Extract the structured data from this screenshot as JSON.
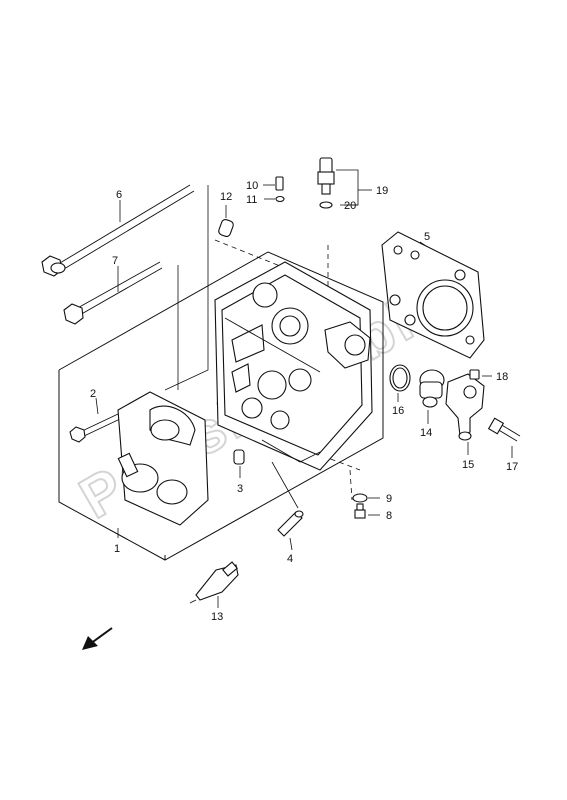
{
  "watermark": "PartsRepublik",
  "callouts": {
    "c1": "1",
    "c2": "2",
    "c3": "3",
    "c4": "4",
    "c5": "5",
    "c6": "6",
    "c7": "7",
    "c8": "8",
    "c9": "9",
    "c10": "10",
    "c11": "11",
    "c12": "12",
    "c13": "13",
    "c14": "14",
    "c15": "15",
    "c16": "16",
    "c17": "17",
    "c18": "18",
    "c19": "19",
    "c20": "20"
  },
  "icons": {
    "direction_arrow": "arrow-down-left-icon"
  }
}
